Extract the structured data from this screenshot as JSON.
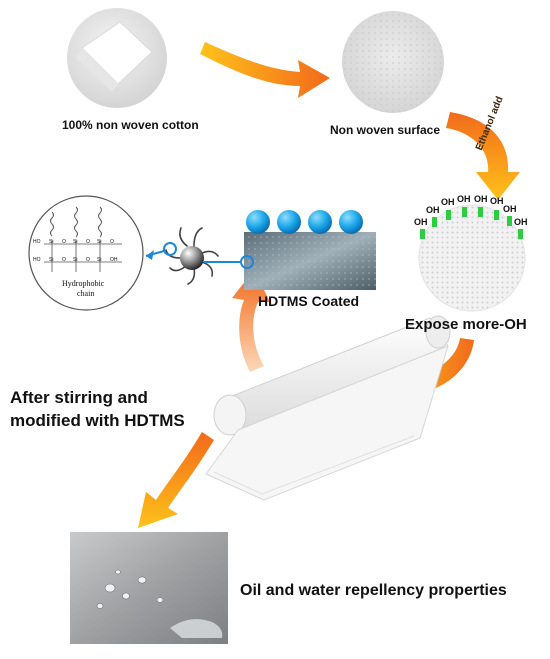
{
  "diagram": {
    "steps": {
      "cotton": "100% non woven cotton",
      "surface": "Non woven surface",
      "ethanol": "Ethanol add",
      "expose": "Expose more-OH",
      "coated": "HDTMS Coated",
      "stirring_line1": "After stirring and",
      "stirring_line2": "modified with HDTMS",
      "repellency": "Oil and water repellency properties"
    },
    "oh_label": "OH",
    "chain": {
      "label_line1": "Hydrophobic",
      "label_line2": "chain",
      "atom_o": "O",
      "atom_si": "Si",
      "atom_ho": "HO",
      "atom_oh": "OH"
    },
    "colors": {
      "arrow_orange": "#f58220",
      "arrow_yellow": "#ffc21a",
      "droplet_blue": "#1aa6e8",
      "accent_blue": "#1e88d8",
      "oh_green": "#2ecc40"
    }
  }
}
